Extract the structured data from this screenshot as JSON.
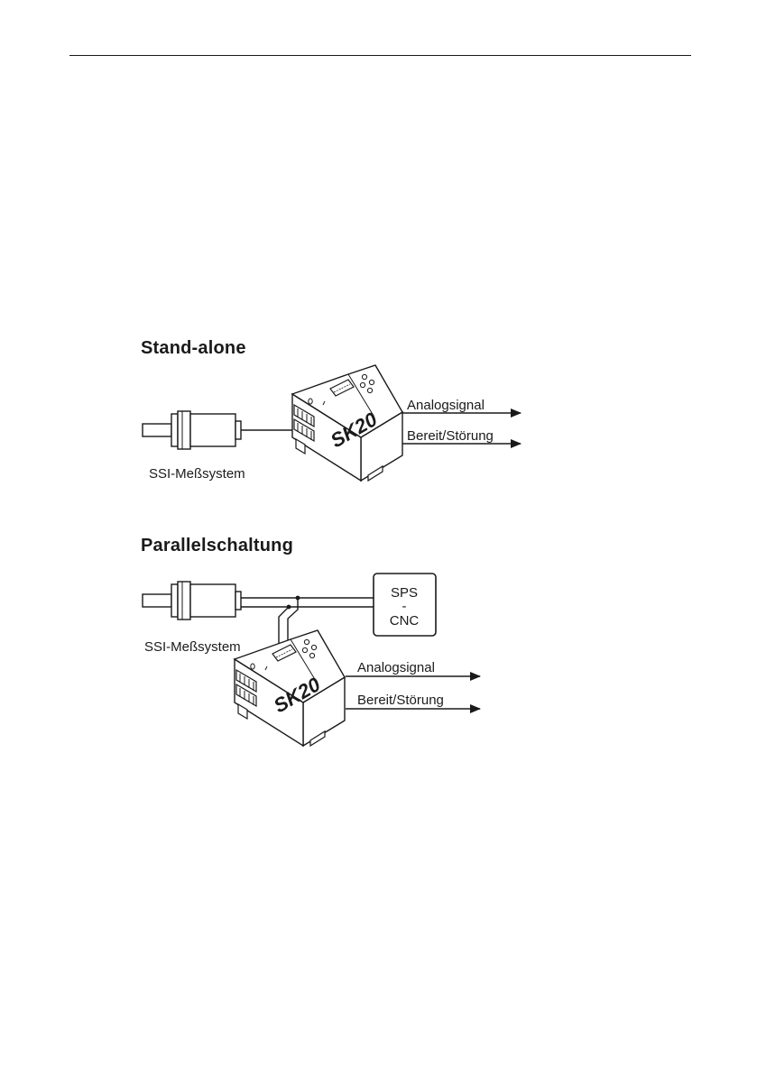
{
  "sections": {
    "stand_alone": {
      "title": "Stand-alone",
      "sensor_label": "SSI-Meßsystem",
      "device_label": "SK20",
      "outputs": [
        "Analogsignal",
        "Bereit/Störung"
      ]
    },
    "parallel": {
      "title": "Parallelschaltung",
      "sensor_label": "SSI-Meßsystem",
      "device_label": "SK20",
      "controller_lines": [
        "SPS",
        "-",
        "CNC"
      ],
      "outputs": [
        "Analogsignal",
        "Bereit/Störung"
      ]
    }
  },
  "colors": {
    "ink": "#1a1a1a",
    "background": "#ffffff"
  }
}
